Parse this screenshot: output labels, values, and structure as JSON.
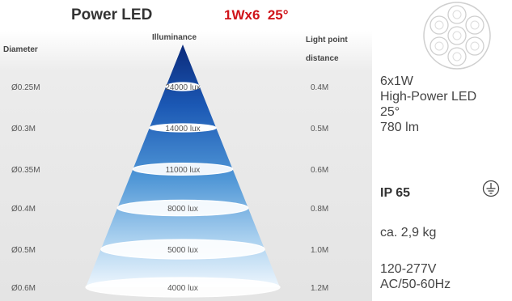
{
  "header": {
    "title": "Power LED",
    "rating": "1Wx6  25°",
    "illuminance_label": "Illuminance",
    "diameter_label": "Diameter",
    "distance_label_line1": "Light point",
    "distance_label_line2": "distance"
  },
  "colors": {
    "title": "#333333",
    "rating": "#d0141a",
    "beam_top": "#0b2a7a",
    "beam_bottom": "#eef6fd",
    "panel_bg": "#e8e8e8",
    "text": "#555555"
  },
  "rows": [
    {
      "diameter": "Ø0.25M",
      "lux": "24000 lux",
      "distance": "0.4M"
    },
    {
      "diameter": "Ø0.3M",
      "lux": "14000 lux",
      "distance": "0.5M"
    },
    {
      "diameter": "Ø0.35M",
      "lux": "11000 lux",
      "distance": "0.6M"
    },
    {
      "diameter": "Ø0.4M",
      "lux": "8000 lux",
      "distance": "0.8M"
    },
    {
      "diameter": "Ø0.5M",
      "lux": "5000 lux",
      "distance": "1.0M"
    },
    {
      "diameter": "Ø0.6M",
      "lux": "4000 lux",
      "distance": "1.2M"
    }
  ],
  "specs": {
    "config": "6x1W",
    "type": "High-Power LED",
    "angle": "25°",
    "flux": "780 lm",
    "ip": "IP 65",
    "weight": "ca. 2,9 kg",
    "voltage": "120-277V",
    "frequency": "AC/50-60Hz"
  },
  "icons": {
    "module": "led-module-icon",
    "ground": "ground-icon"
  }
}
